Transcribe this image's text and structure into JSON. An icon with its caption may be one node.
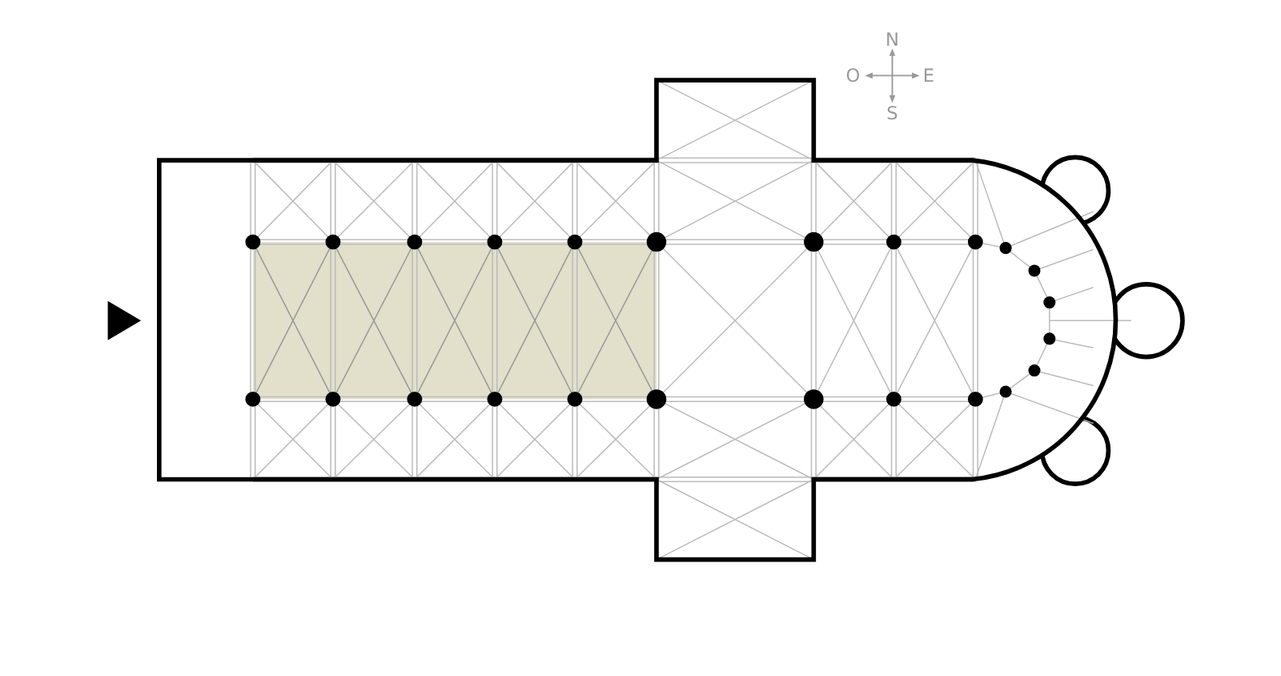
{
  "diagram": {
    "labels": [
      "N",
      "O",
      "E",
      "S"
    ]
  }
}
